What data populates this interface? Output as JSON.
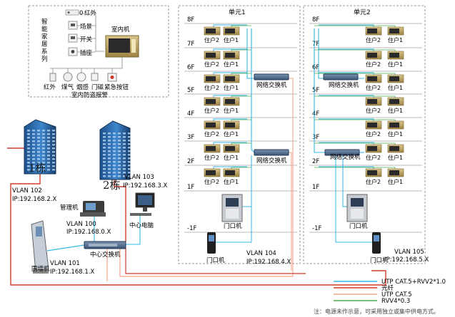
{
  "smart_home": {
    "title_chars": [
      "智",
      "能",
      "家",
      "居",
      "系",
      "列"
    ],
    "devices": [
      "红外",
      "场景",
      "开关",
      "插座"
    ],
    "device_code": "0",
    "indoor_unit": "室内机",
    "sensors": [
      "红外",
      "煤气",
      "烟感",
      "门磁",
      "紧急按钮"
    ],
    "alarm_title": "室内防盗报警"
  },
  "units": [
    {
      "title": "单元1",
      "vlan": "VLAN 104",
      "ip": "IP:192.168.4.X"
    },
    {
      "title": "单元2",
      "vlan": "VLAN 105",
      "ip": "IP:192.168.5.X"
    }
  ],
  "floors": [
    "8F",
    "7F",
    "6F",
    "5F",
    "4F",
    "3F",
    "2F",
    "1F",
    "-1F"
  ],
  "resident_left": "住户2",
  "resident_right": "住户1",
  "network_switch": "网络交换机",
  "door_unit": "门口机",
  "buildings": [
    {
      "label": "1栋",
      "vlan": "VLAN 102",
      "ip": "IP:192.168.2.X"
    },
    {
      "label": "2栋",
      "vlan": "VLAN 103",
      "ip": "IP:192.168.3.X"
    }
  ],
  "manager": {
    "label": "管理机",
    "vlan": "VLAN 100",
    "ip": "IP:192.168.0.X"
  },
  "center_pc": "中心电脑",
  "center_switch": "中心交换机",
  "wall_unit": {
    "label": "围墙机",
    "vlan": "VLAN 101",
    "ip": "IP:192.168.1.X"
  },
  "legend": [
    {
      "label": "UTP CAT.5+RVV2*1.0",
      "color": "#35b6e6"
    },
    {
      "label": "光纤",
      "color": "#d23b2b"
    },
    {
      "label": "UTP CAT.5",
      "color": "#f2a58c"
    },
    {
      "label": "RVV4*0.3",
      "color": "#4fae4f"
    }
  ],
  "footnote": "注：电源未作示意，可采用独立或集中供电方式。"
}
